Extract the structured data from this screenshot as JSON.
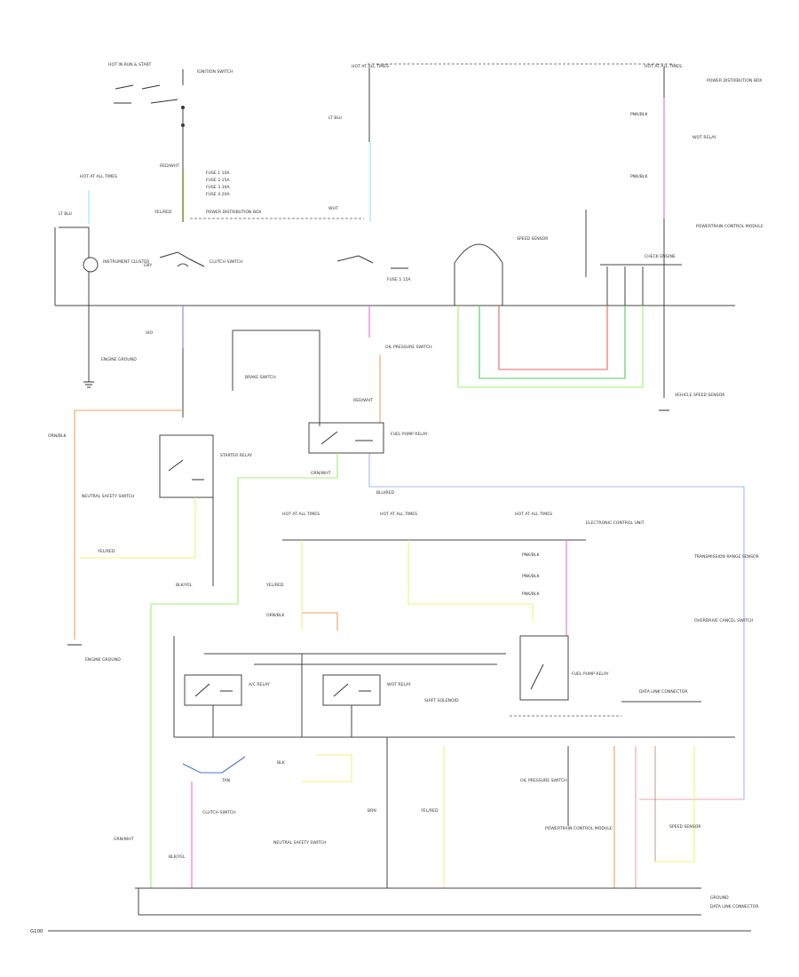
{
  "colors": {
    "light_blue": "#8ee8f0",
    "violet": "#8c7cf0",
    "pink": "#f06ec8",
    "orange": "#f0a060",
    "yellow": "#f0f07a",
    "light_green": "#a0f070",
    "green": "#50c860",
    "red": "#f06060",
    "blue": "#5070e0",
    "dark_green": "#3a7a3a",
    "brown": "#9a6a3a",
    "rose": "#f0a0b0"
  },
  "labels": {
    "hot_in_run_top": "HOT IN RUN & START",
    "ignition_switch": "IGNITION SWITCH",
    "fuse_top_left": "HOT AT ALL TIMES",
    "fuse_top_mid": "HOT AT ALL TIMES",
    "fuse_top_right": "HOT AT ALL TIMES",
    "power_distribution": "POWER DISTRIBUTION BOX",
    "fuse_1": "FUSE 1 10A",
    "fuse_2": "FUSE 2 15A",
    "fuse_3": "FUSE 3 30A",
    "fuse_4": "FUSE 4 20A",
    "fuse_5": "FUSE 5 15A",
    "cluster": "INSTRUMENT CLUSTER",
    "clutch_switch": "CLUTCH SWITCH",
    "starter_relay": "STARTER RELAY",
    "neutral_switch": "NEUTRAL SAFETY SWITCH",
    "pcm": "POWERTRAIN CONTROL MODULE",
    "check_engine": "CHECK ENGINE",
    "speed_sensor": "SPEED SENSOR",
    "vss": "VEHICLE SPEED SENSOR",
    "brake_switch": "BRAKE SWITCH",
    "fuel_pump_relay": "FUEL PUMP RELAY",
    "ebtc": "ELECTRONIC CONTROL UNIT",
    "shift_solenoid": "SHIFT SOLENOID",
    "oil_pressure": "OIL PRESSURE SWITCH",
    "wot_relay": "WOT RELAY",
    "ac_relay": "A/C RELAY",
    "overdrive": "OVERDRIVE CANCEL SWITCH",
    "transmission_range": "TRANSMISSION RANGE SENSOR",
    "ground_bottom": "G100",
    "data_link": "DATA LINK CONNECTOR",
    "ground_right": "GROUND",
    "engine_ground": "ENGINE GROUND",
    "wire_bk_ylw": "BLK/YEL",
    "wire_red_wht": "RED/WHT",
    "wire_ylw_red": "YEL/RED",
    "wire_grn_wht": "GRN/WHT",
    "wire_orn_blk": "ORN/BLK",
    "wire_blu_red": "BLU/RED",
    "wire_pnk_blk": "PNK/BLK",
    "wire_brn": "BRN",
    "wire_blk": "BLK",
    "wire_lt_blu": "LT BLU",
    "wire_vio": "VIO",
    "wire_tan": "TAN",
    "wire_gry": "GRY",
    "wire_wht": "WHT"
  }
}
